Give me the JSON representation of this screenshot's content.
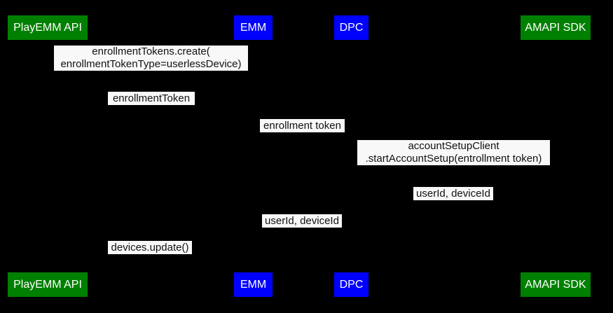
{
  "diagram": {
    "type": "sequence",
    "background_color": "#000000",
    "message_label_bg": "#f8f8f8",
    "message_text_color": "#111111",
    "actor_text_color": "#ffffff",
    "actor_colors": {
      "green": "#008000",
      "blue": "#0000ff"
    },
    "actors": [
      {
        "id": "playemm-api",
        "label": "PlayEMM API",
        "fill": "#008000"
      },
      {
        "id": "emm",
        "label": "EMM",
        "fill": "#0000ff"
      },
      {
        "id": "dpc",
        "label": "DPC",
        "fill": "#0000ff"
      },
      {
        "id": "amapi-sdk",
        "label": "AMAPI SDK",
        "fill": "#008000"
      }
    ],
    "messages": [
      {
        "lines": [
          "enrollmentTokens.create(",
          "enrollmentTokenType=userlessDevice)"
        ]
      },
      {
        "lines": [
          "enrollmentToken"
        ]
      },
      {
        "lines": [
          "enrollment token"
        ]
      },
      {
        "lines": [
          "accountSetupClient",
          ".startAccountSetup(entrollment token)"
        ]
      },
      {
        "lines": [
          "userId, deviceId"
        ]
      },
      {
        "lines": [
          "userId, deviceId"
        ]
      },
      {
        "lines": [
          "devices.update()"
        ]
      }
    ]
  }
}
